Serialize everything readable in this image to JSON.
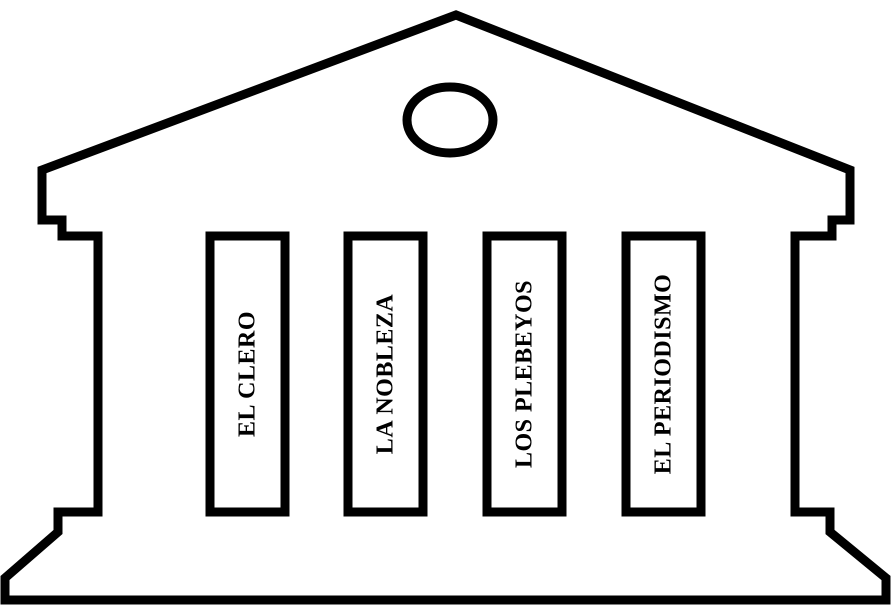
{
  "pillars": [
    {
      "label": "EL CLERO"
    },
    {
      "label": "LA NOBLEZA"
    },
    {
      "label": "LOS PLEBEYOS"
    },
    {
      "label": "EL PERIODISMO"
    }
  ],
  "colors": {
    "stroke": "#000000",
    "background": "#ffffff"
  }
}
